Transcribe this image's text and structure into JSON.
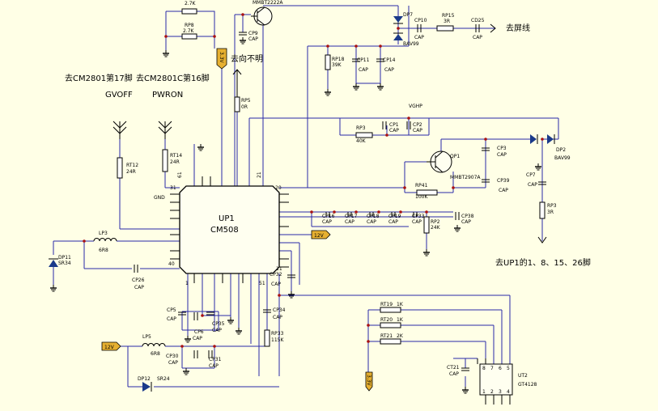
{
  "ic": {
    "ref": "UP1",
    "part": "CM508"
  },
  "ic_pins": [
    "31",
    "20",
    "40",
    "11",
    "21",
    "51",
    "61",
    "1"
  ],
  "net_labels": {
    "gnd": "GND",
    "vghp": "VGHP"
  },
  "annotations": {
    "to_screen": "去屏线",
    "direction_unclear": "去向不明",
    "to_cm2801": "去CM2801第17脚",
    "to_cm2801c": "去CM2801C第16脚",
    "gvoff": "GVOFF",
    "pwron": "PWRON",
    "to_up1": "去UP1的1、8、15、26脚"
  },
  "power_tags": [
    "12V",
    "12V",
    "3.3V",
    "3.3V"
  ],
  "components": [
    {
      "ref": "",
      "value": "2.7K"
    },
    {
      "ref": "RP8",
      "value": "2.7K"
    },
    {
      "ref": "MMBT2222A",
      "value": ""
    },
    {
      "ref": "CP9",
      "value": "CAP"
    },
    {
      "ref": "RP5",
      "value": "0R"
    },
    {
      "ref": "DP7",
      "value": "BAV99"
    },
    {
      "ref": "CP10",
      "value": "CAP"
    },
    {
      "ref": "RP15",
      "value": "3R"
    },
    {
      "ref": "CD25",
      "value": "CAP"
    },
    {
      "ref": "RP18",
      "value": "39K"
    },
    {
      "ref": "CP11",
      "value": "CAP"
    },
    {
      "ref": "CP14",
      "value": "CAP"
    },
    {
      "ref": "RP3",
      "value": "40K"
    },
    {
      "ref": "CP1",
      "value": "CAP"
    },
    {
      "ref": "CP2",
      "value": "CAP"
    },
    {
      "ref": "QP1",
      "value": "MMBT2907A"
    },
    {
      "ref": "RP41",
      "value": "100K"
    },
    {
      "ref": "CP3",
      "value": "CAP"
    },
    {
      "ref": "CP39",
      "value": "CAP"
    },
    {
      "ref": "DP2",
      "value": "BAV99"
    },
    {
      "ref": "CP7",
      "value": "CAP"
    },
    {
      "ref": "RP3",
      "value": "3R"
    },
    {
      "ref": "RT12",
      "value": "24R"
    },
    {
      "ref": "RT14",
      "value": "24R"
    },
    {
      "ref": "LP3",
      "value": "6R8"
    },
    {
      "ref": "DP11",
      "value": "SR34"
    },
    {
      "ref": "CP26",
      "value": "CAP"
    },
    {
      "ref": "CP16",
      "value": "CAP"
    },
    {
      "ref": "CP17",
      "value": "CAP"
    },
    {
      "ref": "CP18",
      "value": "CAP"
    },
    {
      "ref": "CP19",
      "value": "CAP"
    },
    {
      "ref": "CP33",
      "value": "CAP"
    },
    {
      "ref": "RP2",
      "value": "24K"
    },
    {
      "ref": "CP38",
      "value": "CAP"
    },
    {
      "ref": "CP32",
      "value": "CAP"
    },
    {
      "ref": "CP5",
      "value": "CAP"
    },
    {
      "ref": "CP6",
      "value": "CAP"
    },
    {
      "ref": "CP35",
      "value": "CAP"
    },
    {
      "ref": "CP34",
      "value": "CAP"
    },
    {
      "ref": "RP33",
      "value": "115K"
    },
    {
      "ref": "LP5",
      "value": "6R8"
    },
    {
      "ref": "CP30",
      "value": "CAP"
    },
    {
      "ref": "CP31",
      "value": "CAP"
    },
    {
      "ref": "DP12",
      "value": "SR24"
    },
    {
      "ref": "RT19",
      "value": "1K"
    },
    {
      "ref": "RT20",
      "value": "1K"
    },
    {
      "ref": "RT21",
      "value": "2K"
    },
    {
      "ref": "CT21",
      "value": "CAP"
    },
    {
      "ref": "UT2",
      "value": "GT4128"
    }
  ],
  "ut2_pins": [
    "8",
    "7",
    "6",
    "5",
    "1",
    "2",
    "3",
    "4"
  ]
}
